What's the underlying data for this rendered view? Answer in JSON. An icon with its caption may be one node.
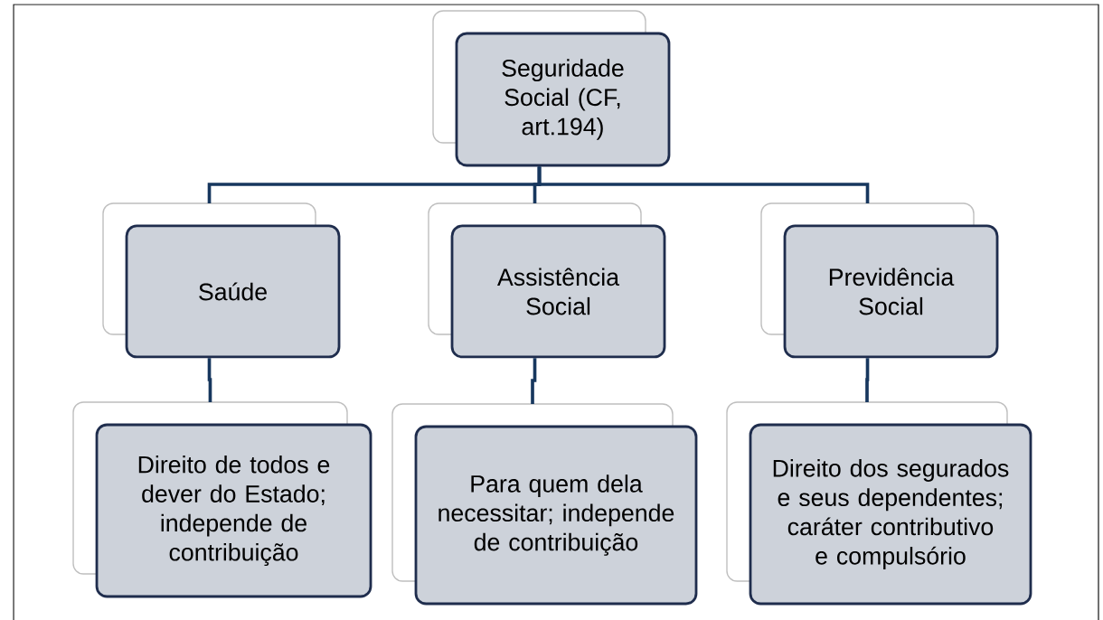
{
  "diagram": {
    "nodes": [
      {
        "text": [
          "Seguridade Social (CF, art.194)"
        ]
      },
      {
        "text": [
          "Saúde"
        ]
      },
      {
        "text": [
          "Assistência Social"
        ]
      },
      {
        "text": [
          "Previdência Social"
        ]
      },
      {
        "text": [
          "Direito de todos e dever do Estado; independe de contribuição"
        ]
      },
      {
        "text": [
          "Para quem dela necessitar; independe de contribuição"
        ]
      },
      {
        "text": [
          "Direito dos segurados e seus dependentes; caráter contributivo e compulsório"
        ]
      }
    ],
    "edges": [
      {
        "from": 0,
        "to": 1,
        "arrow": "none"
      },
      {
        "from": 0,
        "to": 2,
        "arrow": "none"
      },
      {
        "from": 0,
        "to": 3,
        "arrow": "none"
      },
      {
        "from": 1,
        "to": 4,
        "arrow": "none"
      },
      {
        "from": 2,
        "to": 5,
        "arrow": "none"
      },
      {
        "from": 3,
        "to": 6,
        "arrow": "none"
      }
    ]
  }
}
